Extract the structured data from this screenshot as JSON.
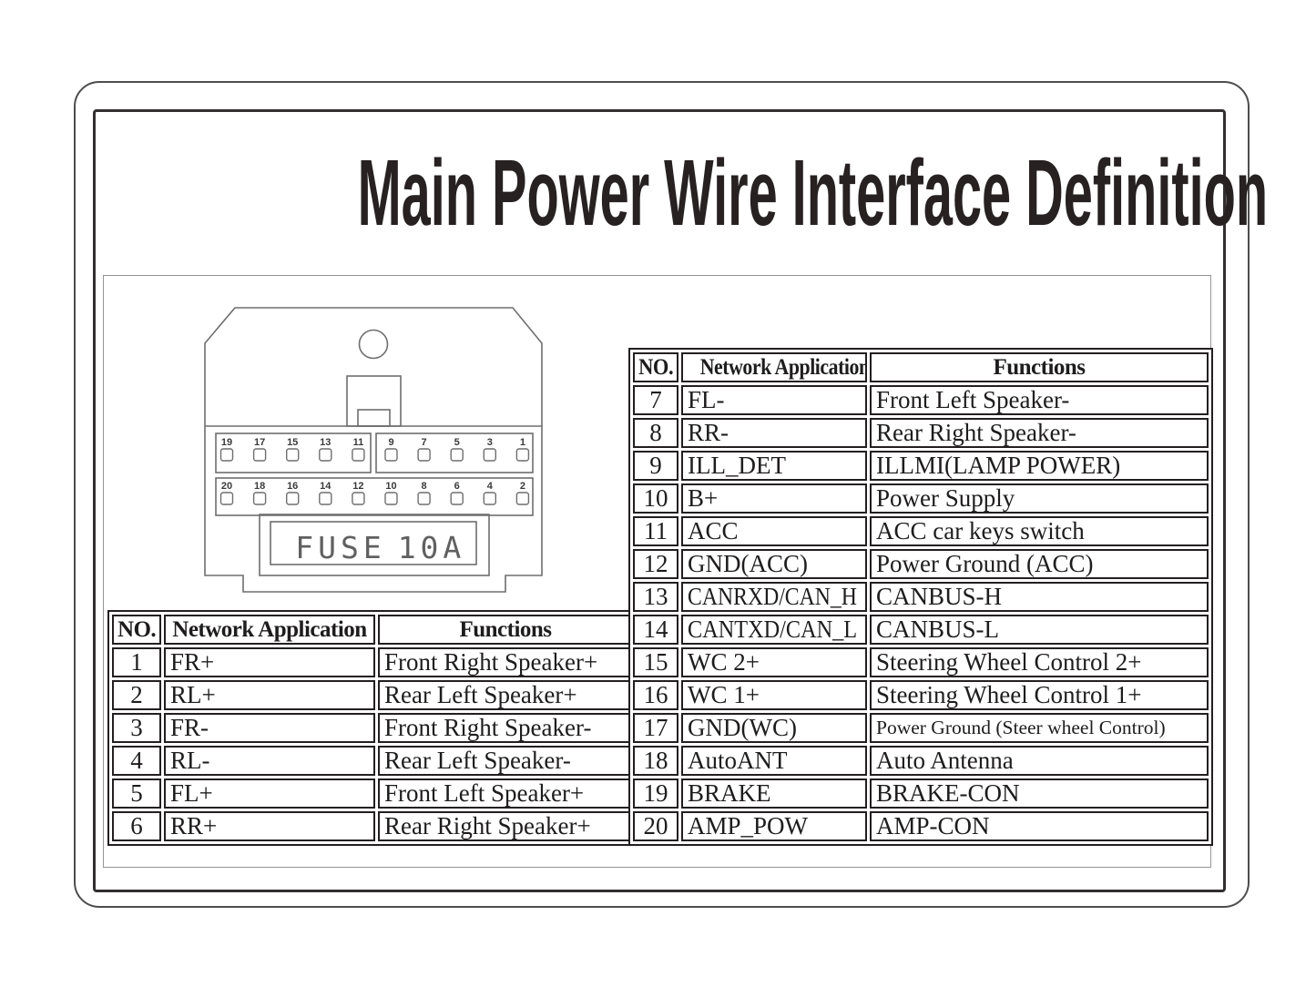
{
  "page": {
    "title": "Main Power Wire Interface Definition"
  },
  "colors": {
    "ink": "#231f20",
    "diagram_line": "#6e6e6e"
  },
  "connector": {
    "fuse_text": "FUSE",
    "fuse_rating": "10A",
    "pins_top": [
      "19",
      "17",
      "15",
      "13",
      "11",
      "9",
      "7",
      "5",
      "3",
      "1"
    ],
    "pins_bottom": [
      "20",
      "18",
      "16",
      "14",
      "12",
      "10",
      "8",
      "6",
      "4",
      "2"
    ]
  },
  "tables": {
    "left": {
      "headers": [
        "NO.",
        "Network Application",
        "Functions"
      ],
      "rows": [
        [
          "1",
          "FR+",
          "Front Right Speaker+"
        ],
        [
          "2",
          "RL+",
          "Rear Left Speaker+"
        ],
        [
          "3",
          "FR-",
          "Front Right Speaker-"
        ],
        [
          "4",
          "RL-",
          "Rear Left Speaker-"
        ],
        [
          "5",
          "FL+",
          "Front Left Speaker+"
        ],
        [
          "6",
          "RR+",
          "Rear Right Speaker+"
        ]
      ]
    },
    "right": {
      "headers": [
        "NO.",
        "Network Application",
        "Functions"
      ],
      "rows": [
        [
          "7",
          "FL-",
          "Front Left Speaker-"
        ],
        [
          "8",
          "RR-",
          "Rear Right Speaker-"
        ],
        [
          "9",
          "ILL_DET",
          "ILLMI(LAMP POWER)"
        ],
        [
          "10",
          "B+",
          "Power Supply"
        ],
        [
          "11",
          "ACC",
          "ACC car keys switch"
        ],
        [
          "12",
          "GND(ACC)",
          "Power Ground (ACC)"
        ],
        [
          "13",
          "CANRXD/CAN_H",
          "CANBUS-H"
        ],
        [
          "14",
          "CANTXD/CAN_L",
          "CANBUS-L"
        ],
        [
          "15",
          "WC 2+",
          "Steering Wheel Control 2+"
        ],
        [
          "16",
          "WC 1+",
          "Steering Wheel Control 1+"
        ],
        [
          "17",
          "GND(WC)",
          "Power Ground (Steer wheel Control)"
        ],
        [
          "18",
          "AutoANT",
          "Auto Antenna"
        ],
        [
          "19",
          "BRAKE",
          "BRAKE-CON"
        ],
        [
          "20",
          "AMP_POW",
          "AMP-CON"
        ]
      ]
    }
  }
}
